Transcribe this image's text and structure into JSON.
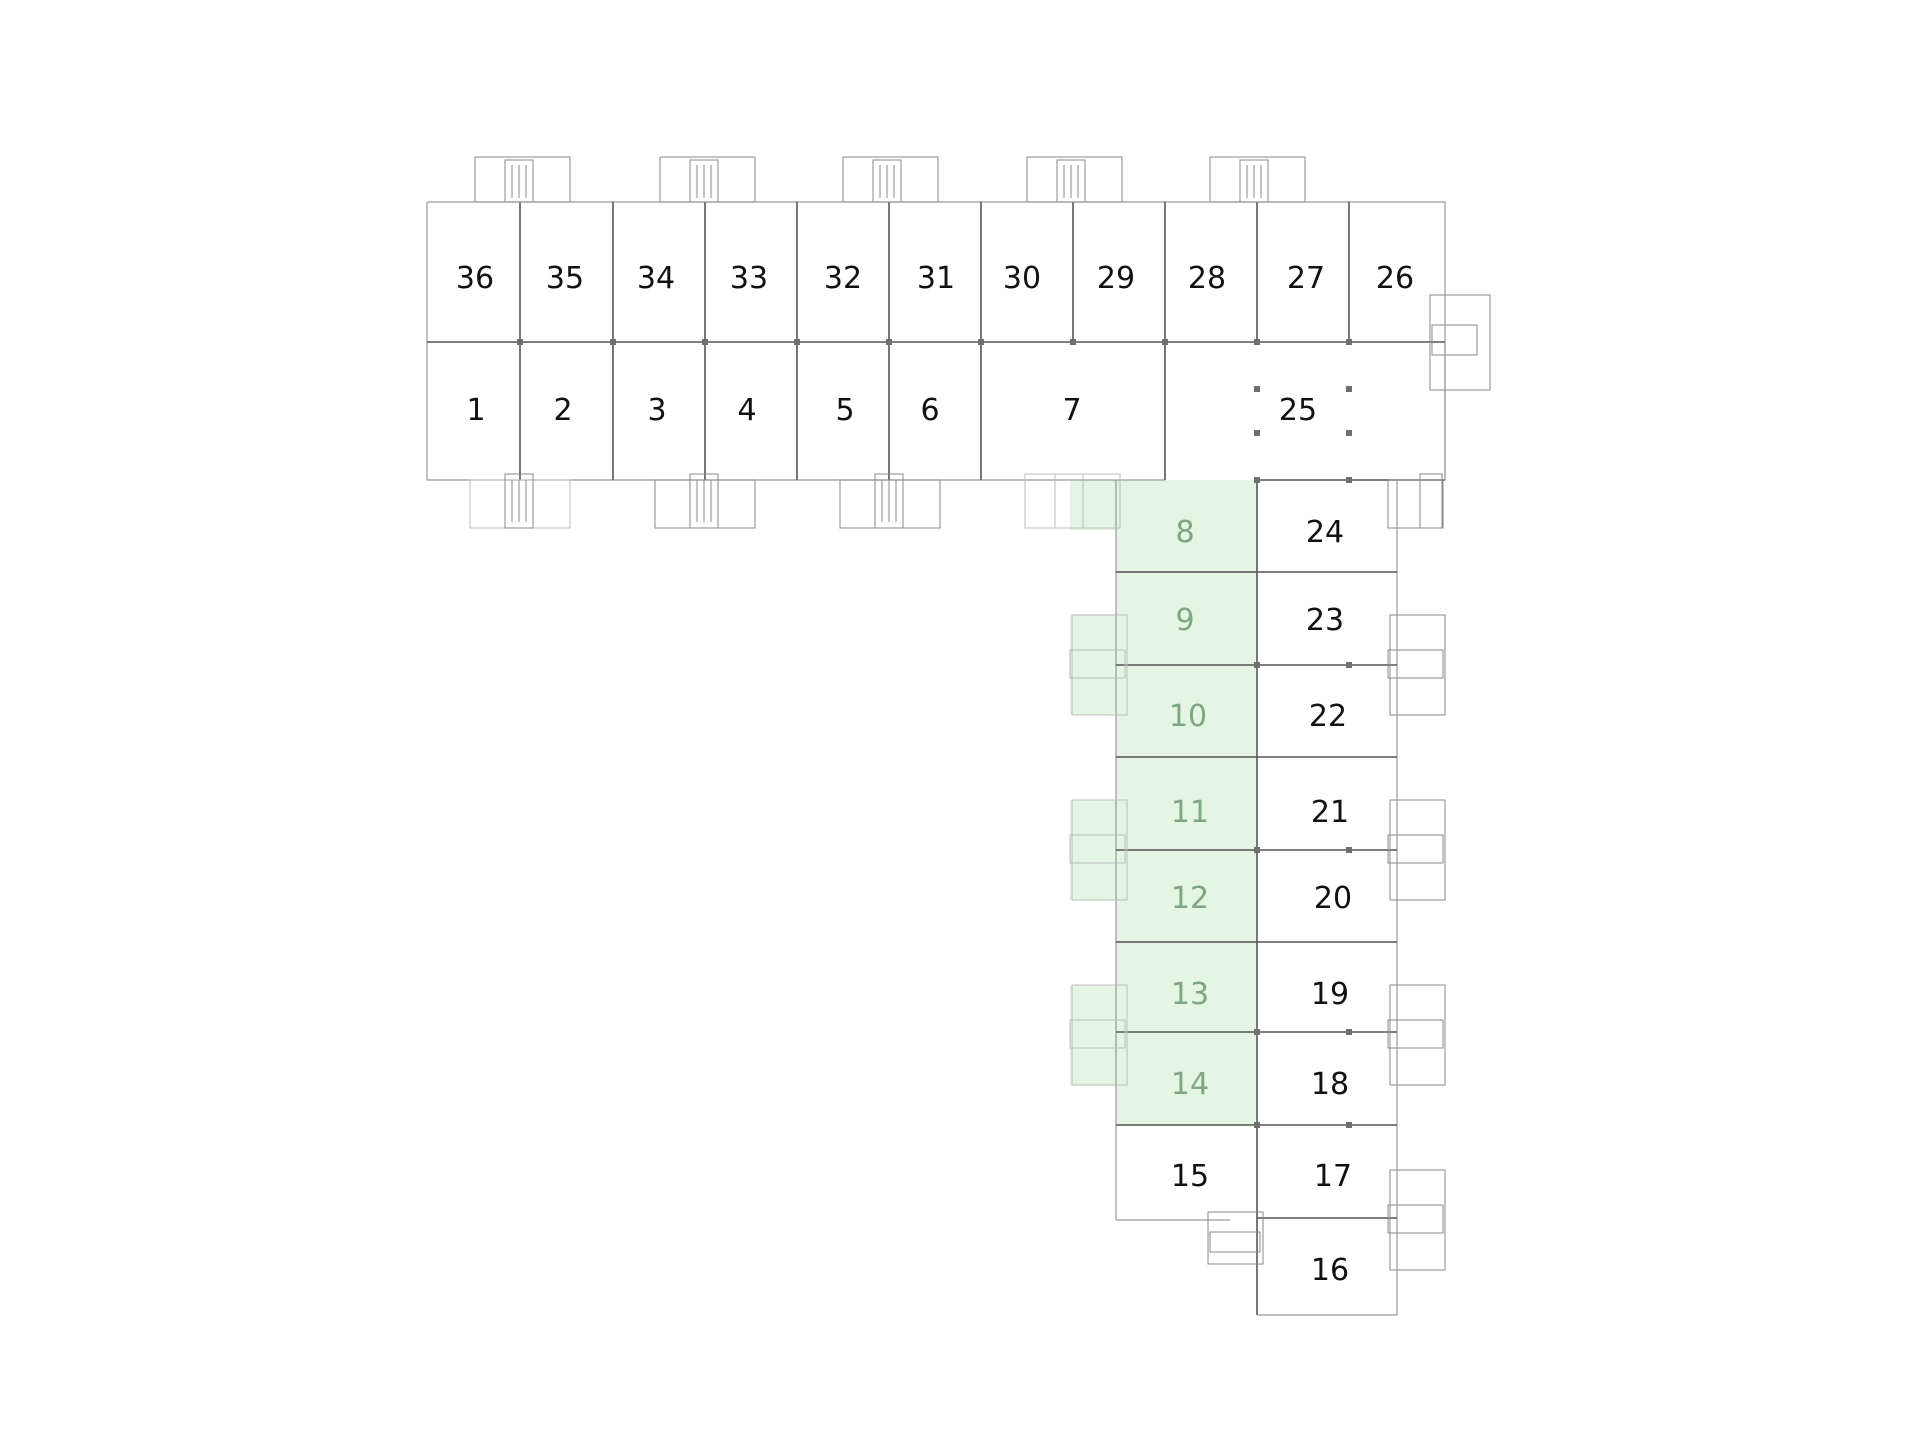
{
  "plan": {
    "highlight_color": "#dff3df",
    "highlight_text_color": "#7fa77f",
    "units": [
      {
        "id": "1",
        "highlighted": false
      },
      {
        "id": "2",
        "highlighted": false
      },
      {
        "id": "3",
        "highlighted": false
      },
      {
        "id": "4",
        "highlighted": false
      },
      {
        "id": "5",
        "highlighted": false
      },
      {
        "id": "6",
        "highlighted": false
      },
      {
        "id": "7",
        "highlighted": false
      },
      {
        "id": "8",
        "highlighted": true
      },
      {
        "id": "9",
        "highlighted": true
      },
      {
        "id": "10",
        "highlighted": true
      },
      {
        "id": "11",
        "highlighted": true
      },
      {
        "id": "12",
        "highlighted": true
      },
      {
        "id": "13",
        "highlighted": true
      },
      {
        "id": "14",
        "highlighted": true
      },
      {
        "id": "15",
        "highlighted": false
      },
      {
        "id": "16",
        "highlighted": false
      },
      {
        "id": "17",
        "highlighted": false
      },
      {
        "id": "18",
        "highlighted": false
      },
      {
        "id": "19",
        "highlighted": false
      },
      {
        "id": "20",
        "highlighted": false
      },
      {
        "id": "21",
        "highlighted": false
      },
      {
        "id": "22",
        "highlighted": false
      },
      {
        "id": "23",
        "highlighted": false
      },
      {
        "id": "24",
        "highlighted": false
      },
      {
        "id": "25",
        "highlighted": false
      },
      {
        "id": "26",
        "highlighted": false
      },
      {
        "id": "27",
        "highlighted": false
      },
      {
        "id": "28",
        "highlighted": false
      },
      {
        "id": "29",
        "highlighted": false
      },
      {
        "id": "30",
        "highlighted": false
      },
      {
        "id": "31",
        "highlighted": false
      },
      {
        "id": "32",
        "highlighted": false
      },
      {
        "id": "33",
        "highlighted": false
      },
      {
        "id": "34",
        "highlighted": false
      },
      {
        "id": "35",
        "highlighted": false
      },
      {
        "id": "36",
        "highlighted": false
      }
    ]
  }
}
